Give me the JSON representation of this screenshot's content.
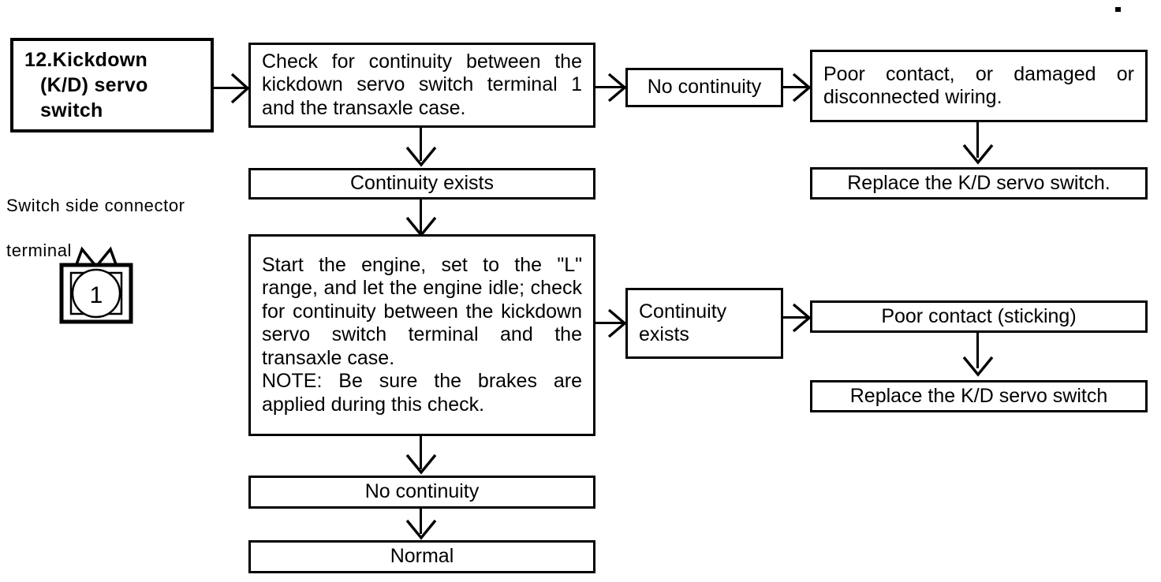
{
  "diagram": {
    "title": "Kickdown (K/D) servo switch inspection flowchart",
    "ink_color": "#000000",
    "background_color": "#ffffff"
  },
  "header": {
    "label": "12.Kickdown\n(K/D) servo\nswitch",
    "line1": "12.Kickdown",
    "line2": "(K/D) servo",
    "line3": "switch"
  },
  "legend": {
    "caption": "Switch side connector\nterminal",
    "caption_line1": "Switch side  connector",
    "caption_line2": "terminal",
    "terminal_number": "1",
    "symbol_name": "connector-terminal-symbol"
  },
  "nodes": {
    "check_continuity": {
      "line1": "Check for continuity between the",
      "line2": "kickdown servo switch terminal 1",
      "line3": "and the transaxle case."
    },
    "no_continuity_top": {
      "label": "No continuity"
    },
    "poor_contact_wiring": {
      "line1": "Poor contact, or damaged or",
      "line2": "disconnected wiring."
    },
    "replace_switch_top": {
      "label": "Replace the K/D servo switch."
    },
    "continuity_exists_top": {
      "label": "Continuity exists"
    },
    "start_engine": {
      "line1": "Start the engine, set to the \"L\"",
      "line2": "range, and let the engine idle; check",
      "line3": "for continuity between the kickdown",
      "line4": "servo switch terminal and the",
      "line5": "transaxle case.",
      "line6": "NOTE: Be sure the brakes are",
      "line7": "applied during this check."
    },
    "continuity_exists_mid": {
      "line1": "Continuity",
      "line2": "exists"
    },
    "poor_contact_sticking": {
      "label": "Poor contact (sticking)"
    },
    "replace_switch_bottom": {
      "label": "Replace the K/D servo switch"
    },
    "no_continuity_bottom": {
      "label": "No continuity"
    },
    "normal": {
      "label": "Normal"
    }
  }
}
